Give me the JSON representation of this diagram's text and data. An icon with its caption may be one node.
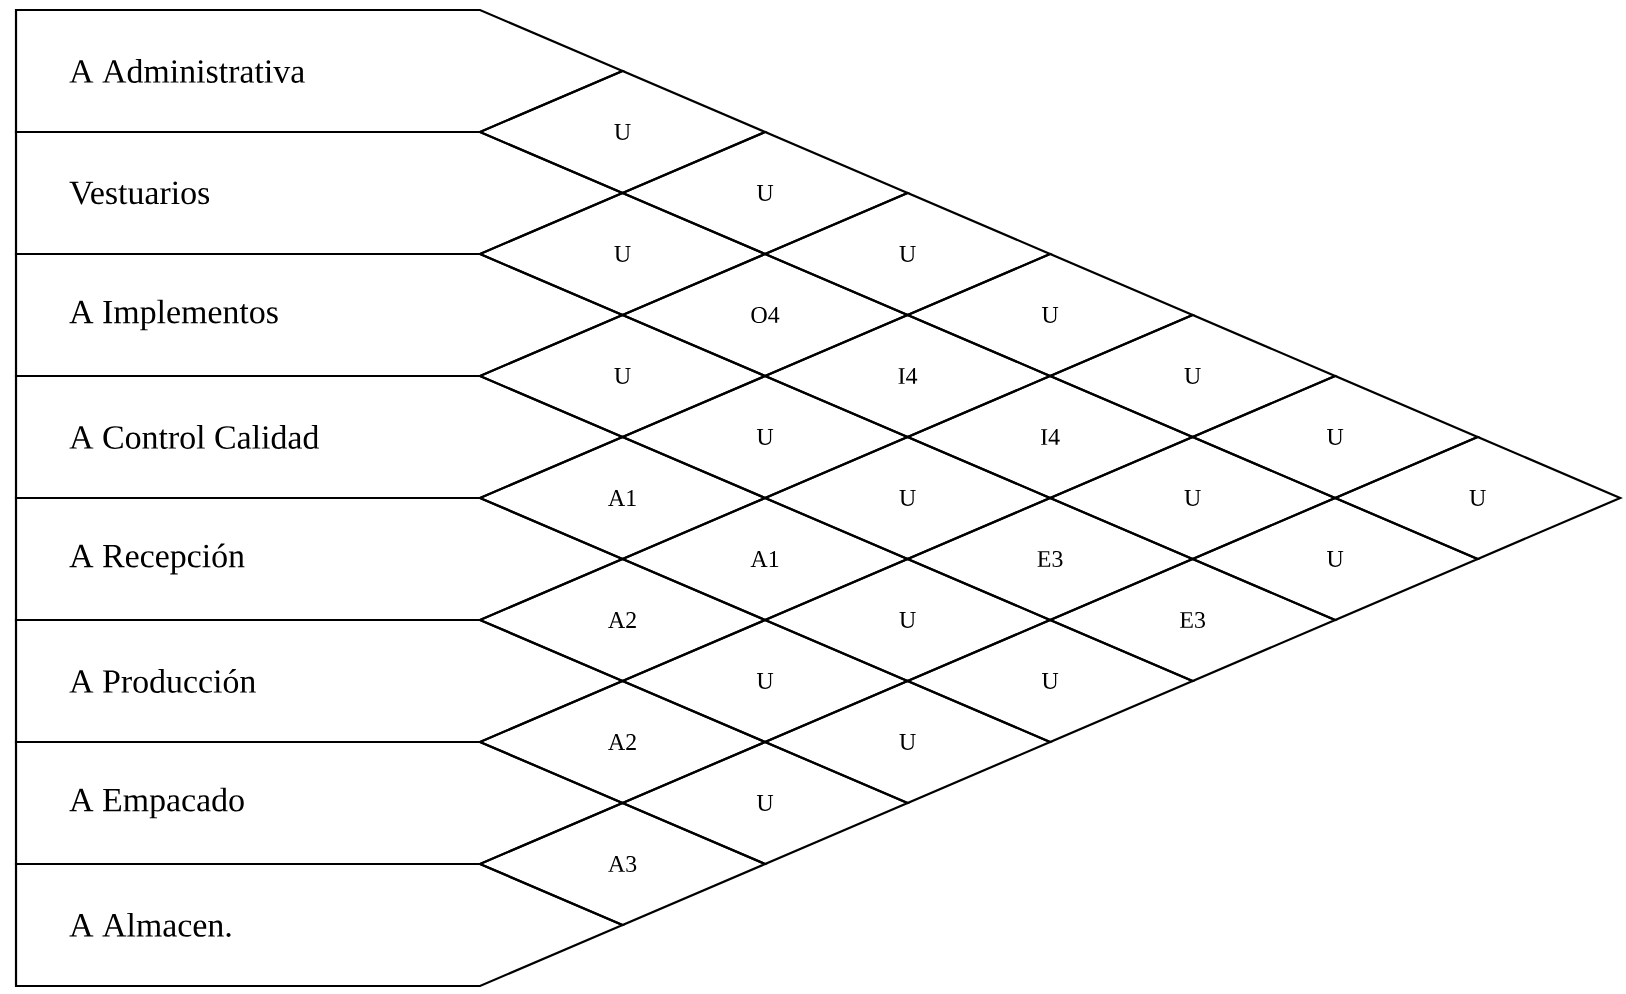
{
  "diagram": {
    "nodes": [
      {
        "text": [
          "A Administrativa"
        ]
      },
      {
        "text": [
          "Vestuarios"
        ]
      },
      {
        "text": [
          "A Implementos"
        ]
      },
      {
        "text": [
          "A Control Calidad"
        ]
      },
      {
        "text": [
          "A Recepción"
        ]
      },
      {
        "text": [
          "A Producción"
        ]
      },
      {
        "text": [
          "A Empacado"
        ]
      },
      {
        "text": [
          "A Almacen."
        ]
      },
      {
        "text": [
          "U"
        ]
      },
      {
        "text": [
          "U"
        ]
      },
      {
        "text": [
          "U"
        ]
      },
      {
        "text": [
          "U"
        ]
      },
      {
        "text": [
          "O4"
        ]
      },
      {
        "text": [
          "U"
        ]
      },
      {
        "text": [
          "U"
        ]
      },
      {
        "text": [
          "I4"
        ]
      },
      {
        "text": [
          "U"
        ]
      },
      {
        "text": [
          "U"
        ]
      },
      {
        "text": [
          "I4"
        ]
      },
      {
        "text": [
          "U"
        ]
      },
      {
        "text": [
          "A1"
        ]
      },
      {
        "text": [
          "U"
        ]
      },
      {
        "text": [
          "U"
        ]
      },
      {
        "text": [
          "U"
        ]
      },
      {
        "text": [
          "A1"
        ]
      },
      {
        "text": [
          "E3"
        ]
      },
      {
        "text": [
          "U"
        ]
      },
      {
        "text": [
          "A2"
        ]
      },
      {
        "text": [
          "U"
        ]
      },
      {
        "text": [
          "E3"
        ]
      },
      {
        "text": [
          "U"
        ]
      },
      {
        "text": [
          "U"
        ]
      },
      {
        "text": [
          "A2"
        ]
      },
      {
        "text": [
          "U"
        ]
      },
      {
        "text": [
          "U"
        ]
      },
      {
        "text": [
          "A3"
        ]
      }
    ]
  }
}
